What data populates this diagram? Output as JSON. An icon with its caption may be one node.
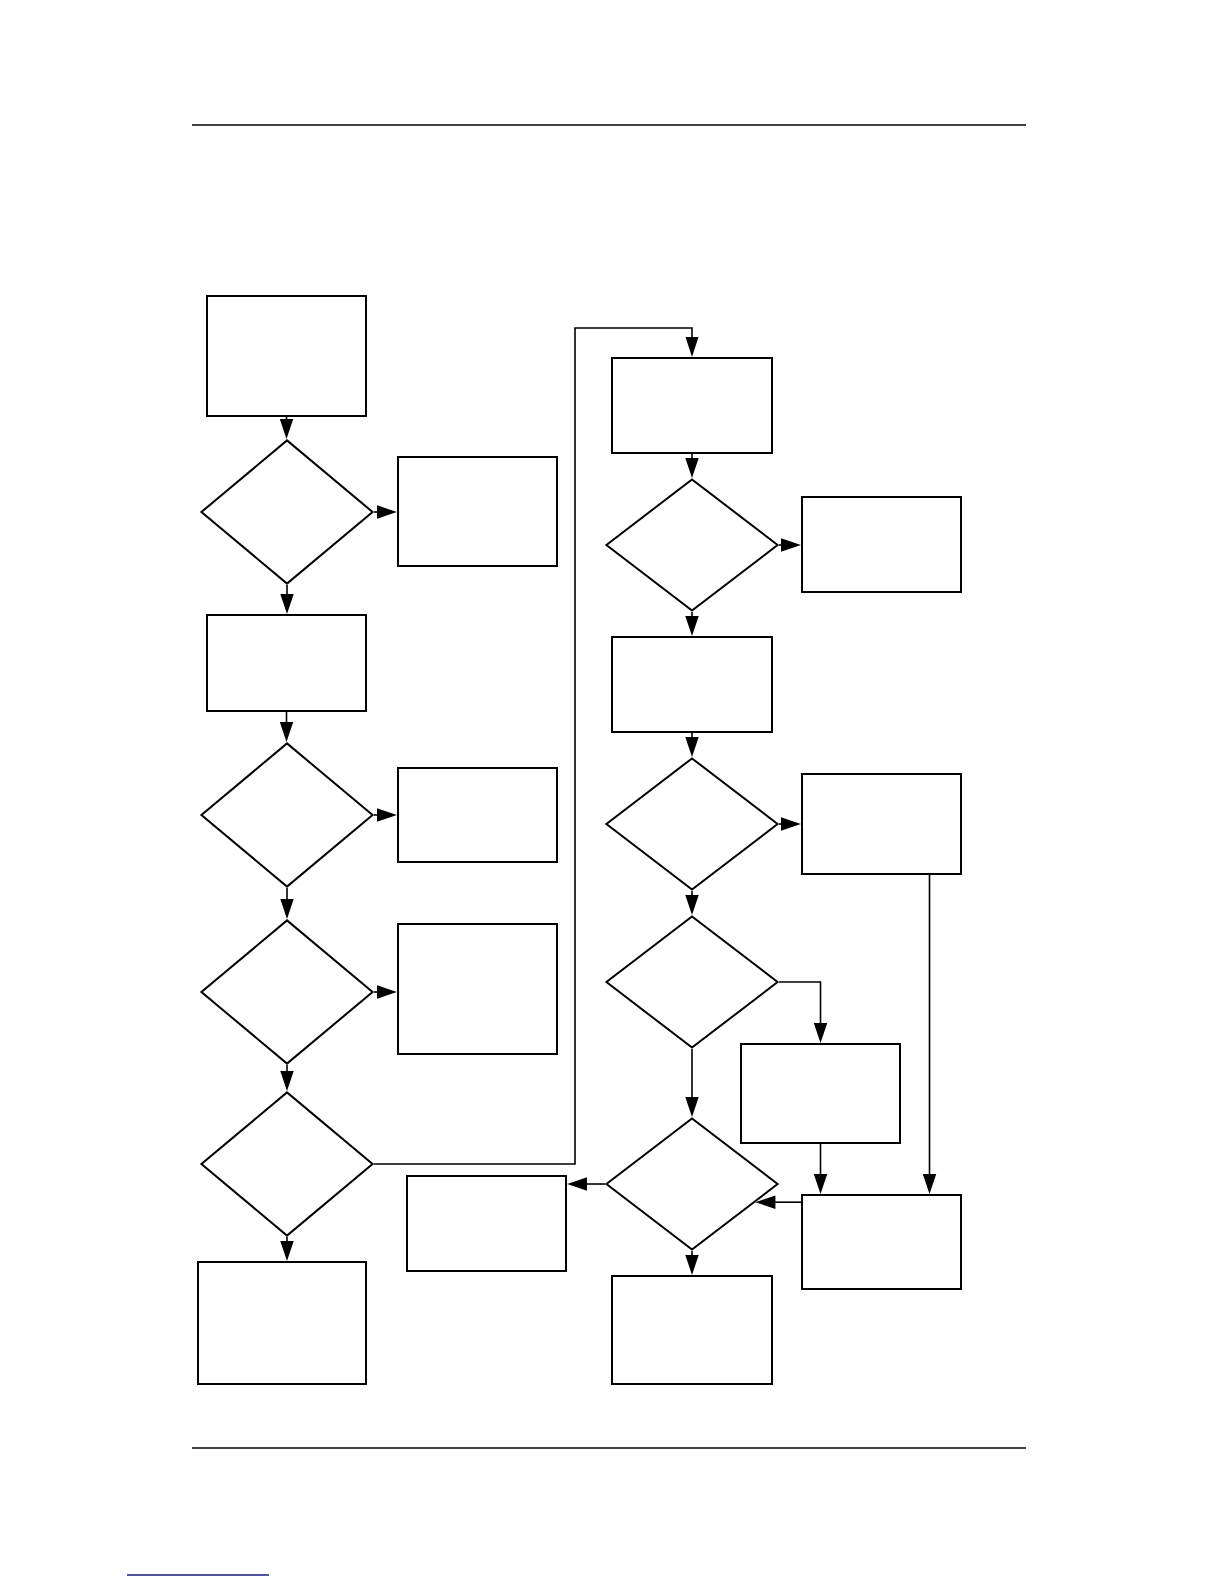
{
  "diagram": {
    "nodes": [
      {
        "text": [],
        "shape": "box"
      },
      {
        "text": [],
        "shape": "diamond"
      },
      {
        "text": [],
        "shape": "box"
      },
      {
        "text": [],
        "shape": "box"
      },
      {
        "text": [],
        "shape": "diamond"
      },
      {
        "text": [],
        "shape": "box"
      },
      {
        "text": [],
        "shape": "diamond"
      },
      {
        "text": [],
        "shape": "box"
      },
      {
        "text": [],
        "shape": "diamond"
      },
      {
        "text": [],
        "shape": "box"
      },
      {
        "text": [],
        "shape": "box"
      },
      {
        "text": [],
        "shape": "diamond"
      },
      {
        "text": [],
        "shape": "box"
      },
      {
        "text": [],
        "shape": "box"
      },
      {
        "text": [],
        "shape": "diamond"
      },
      {
        "text": [],
        "shape": "box"
      },
      {
        "text": [],
        "shape": "diamond"
      },
      {
        "text": [],
        "shape": "box"
      },
      {
        "text": [],
        "shape": "diamond"
      },
      {
        "text": [],
        "shape": "box"
      },
      {
        "text": [],
        "shape": "box"
      },
      {
        "text": [],
        "shape": "box"
      }
    ],
    "edges": [
      {
        "from": 0,
        "to": 1,
        "arrow": "to"
      },
      {
        "from": 1,
        "to": 2,
        "arrow": "to"
      },
      {
        "from": 1,
        "to": 3,
        "arrow": "to"
      },
      {
        "from": 3,
        "to": 4,
        "arrow": "to"
      },
      {
        "from": 4,
        "to": 5,
        "arrow": "to"
      },
      {
        "from": 4,
        "to": 6,
        "arrow": "to"
      },
      {
        "from": 6,
        "to": 7,
        "arrow": "to"
      },
      {
        "from": 6,
        "to": 8,
        "arrow": "to"
      },
      {
        "from": 8,
        "to": 9,
        "arrow": "to"
      },
      {
        "from": 8,
        "to": 10,
        "arrow": "to"
      },
      {
        "from": 10,
        "to": 11,
        "arrow": "to"
      },
      {
        "from": 11,
        "to": 12,
        "arrow": "to"
      },
      {
        "from": 11,
        "to": 13,
        "arrow": "to"
      },
      {
        "from": 13,
        "to": 14,
        "arrow": "to"
      },
      {
        "from": 14,
        "to": 15,
        "arrow": "to"
      },
      {
        "from": 14,
        "to": 16,
        "arrow": "to"
      },
      {
        "from": 16,
        "to": 17,
        "arrow": "to"
      },
      {
        "from": 16,
        "to": 18,
        "arrow": "to"
      },
      {
        "from": 15,
        "to": 20,
        "arrow": "to"
      },
      {
        "from": 17,
        "to": 20,
        "arrow": "to"
      },
      {
        "from": 20,
        "to": 18,
        "arrow": "to"
      },
      {
        "from": 18,
        "to": 19,
        "arrow": "to"
      },
      {
        "from": 18,
        "to": 21,
        "arrow": "to"
      }
    ]
  }
}
